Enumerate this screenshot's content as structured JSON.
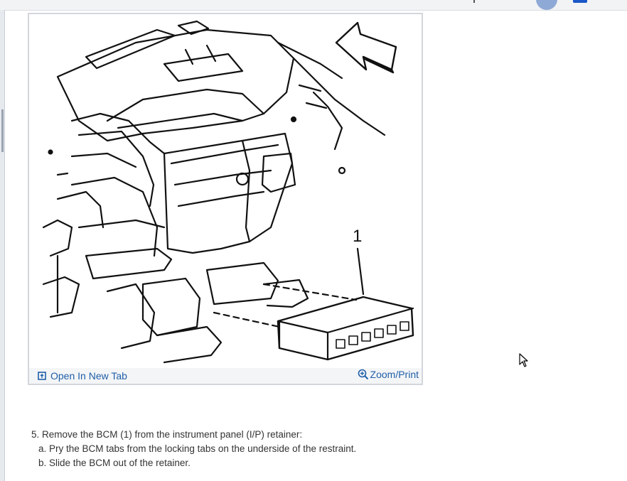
{
  "figure": {
    "callout_number": "1",
    "open_link_label": "Open In New Tab",
    "zoom_link_label": "Zoom/Print"
  },
  "instructions": {
    "step": "5. Remove the BCM (1) from the instrument panel (I/P) retainer:",
    "substeps": [
      "a. Pry the BCM tabs from the locking tabs on the underside of the restraint.",
      "b. Slide the BCM out of the retainer."
    ]
  },
  "icons": {
    "open_new_tab": "open-new-tab-icon",
    "zoom": "zoom-icon",
    "direction_arrow": "forward-arrow-icon",
    "cursor": "mouse-pointer-icon"
  },
  "colors": {
    "link": "#1f5fa8",
    "footer_bg": "#f4f5f7",
    "figure_border": "#d3d6db",
    "text": "#333333"
  }
}
